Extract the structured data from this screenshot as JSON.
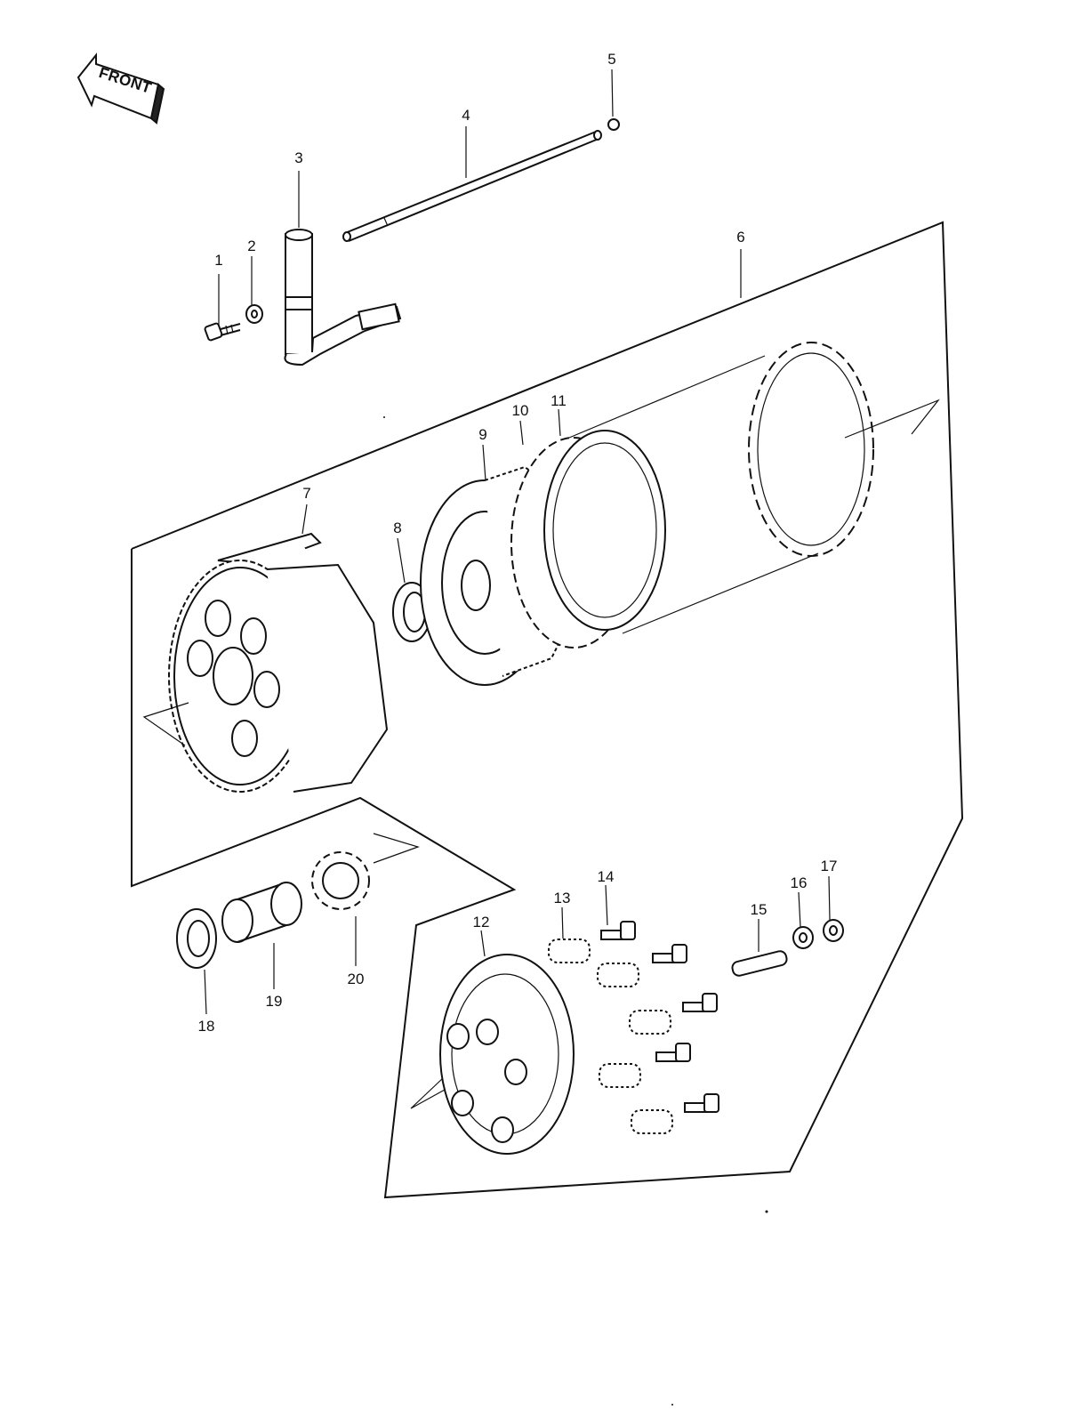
{
  "front_label": "FRONT",
  "callouts": [
    "1",
    "2",
    "3",
    "4",
    "5",
    "6",
    "7",
    "8",
    "9",
    "10",
    "11",
    "12",
    "13",
    "14",
    "15",
    "16",
    "17",
    "18",
    "19",
    "20"
  ],
  "colors": {
    "ink": "#111111",
    "paper": "#ffffff"
  },
  "icons": {
    "front_arrow": "arrow-left-icon"
  }
}
